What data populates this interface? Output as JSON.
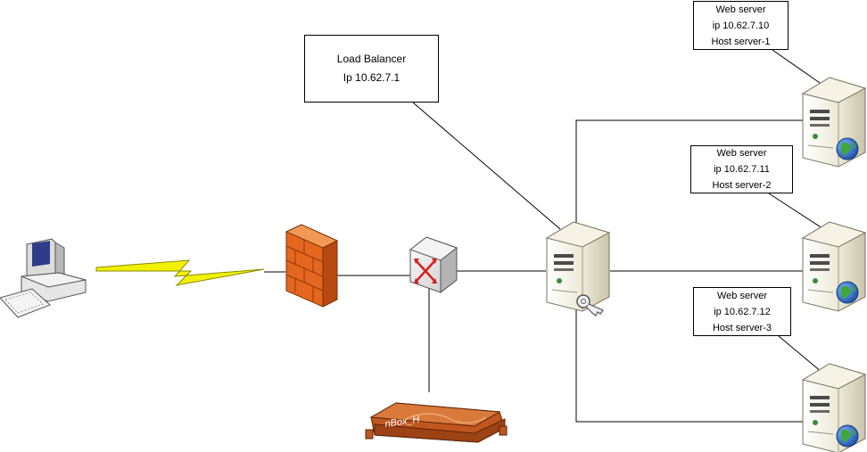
{
  "load_balancer": {
    "line1": "Load Balancer",
    "line2": "Ip 10.62.7.1"
  },
  "web_servers": [
    {
      "role": "Web server",
      "ip": "ip 10.62.7.10",
      "host": "Host server-1"
    },
    {
      "role": "Web server",
      "ip": "ip 10.62.7.11",
      "host": "Host server-2"
    },
    {
      "role": "Web server",
      "ip": "ip 10.62.7.12",
      "host": "Host server-3"
    }
  ],
  "appliance": {
    "label": "nBox_H",
    "color": "#c0561e"
  },
  "colors": {
    "firewall": "#e5661e",
    "lightning": "#f0f000",
    "server_body": "#ece8d6",
    "globe": "#2a6fc9",
    "connector": "#000000"
  },
  "icons": [
    "workstation-icon",
    "lightning-link-icon",
    "firewall-icon",
    "router-icon",
    "load-balancer-server-icon",
    "key-icon",
    "web-server-icon",
    "globe-icon",
    "rack-appliance-icon"
  ]
}
